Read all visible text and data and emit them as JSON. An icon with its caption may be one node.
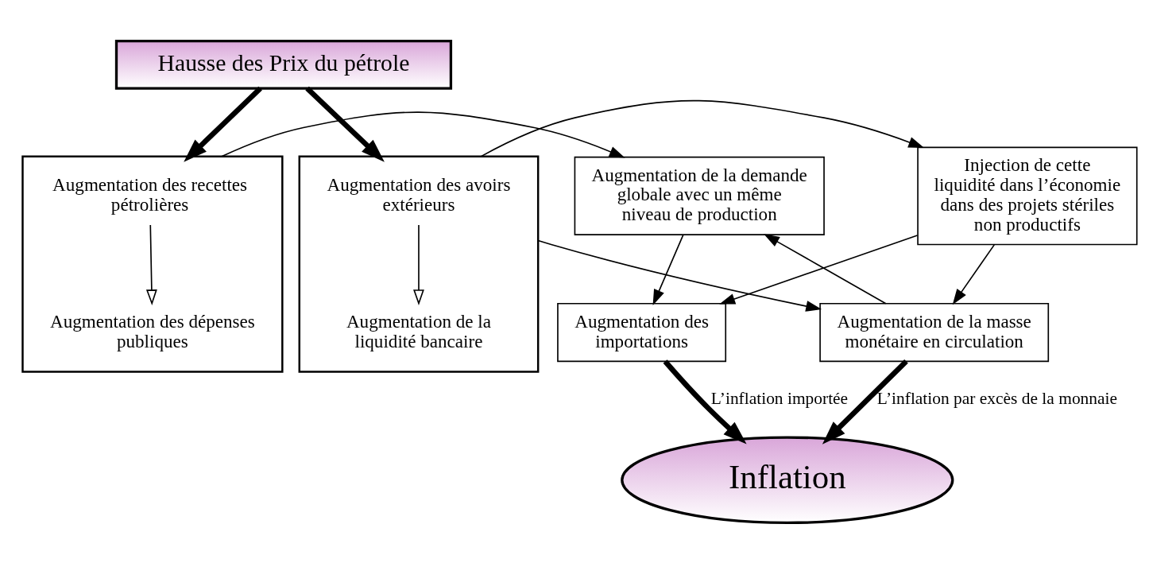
{
  "diagram": {
    "nodes": [
      {
        "text": [
          "Hausse des Prix du pétrole"
        ]
      },
      {
        "text": [],
        "shape": "box"
      },
      {
        "text": [
          "Augmentation des recettes pétrolières"
        ],
        "in": 1
      },
      {
        "text": [
          "Augmentation des dépenses publiques"
        ],
        "in": 1
      },
      {
        "text": [
          "Augmentation de la demande globale avec un même niveau de production"
        ]
      },
      {
        "text": [
          "Injection de cette liquidité dans l’économie dans des projets stériles non productifs"
        ]
      },
      {
        "text": [],
        "shape": "box"
      },
      {
        "text": [
          "Augmentation des avoirs extérieurs"
        ],
        "in": 6
      },
      {
        "text": [
          "Augmentation de la liquidité bancaire"
        ],
        "in": 6
      },
      {
        "text": [
          "Augmentation des importations"
        ]
      },
      {
        "text": [
          "Augmentation de la masse monétaire en circulation"
        ]
      },
      {
        "text": [
          "Inflation"
        ]
      }
    ],
    "edges": [
      {
        "from": 0,
        "to": 1,
        "arrow": "to",
        "style": "thick"
      },
      {
        "from": 0,
        "to": 6,
        "arrow": "to",
        "style": "thick"
      },
      {
        "from": 2,
        "to": 3,
        "arrow": "to"
      },
      {
        "from": 7,
        "to": 8,
        "arrow": "to"
      },
      {
        "from": 1,
        "to": 4,
        "arrow": "to"
      },
      {
        "from": 4,
        "to": 9,
        "arrow": "to"
      },
      {
        "from": 5,
        "to": 10,
        "arrow": "to"
      },
      {
        "from": 6,
        "to": 5,
        "arrow": "to"
      },
      {
        "from": 6,
        "to": 10,
        "arrow": "to"
      },
      {
        "from": 10,
        "to": 4,
        "arrow": "to"
      },
      {
        "from": 5,
        "to": 9,
        "arrow": "to"
      },
      {
        "from": 9,
        "to": 11,
        "arrow": "to",
        "style": "thick",
        "label": "L’inflation importée"
      },
      {
        "from": 10,
        "to": 11,
        "arrow": "to",
        "style": "thick",
        "label": "L’inflation par excès de la monnaie"
      }
    ]
  }
}
